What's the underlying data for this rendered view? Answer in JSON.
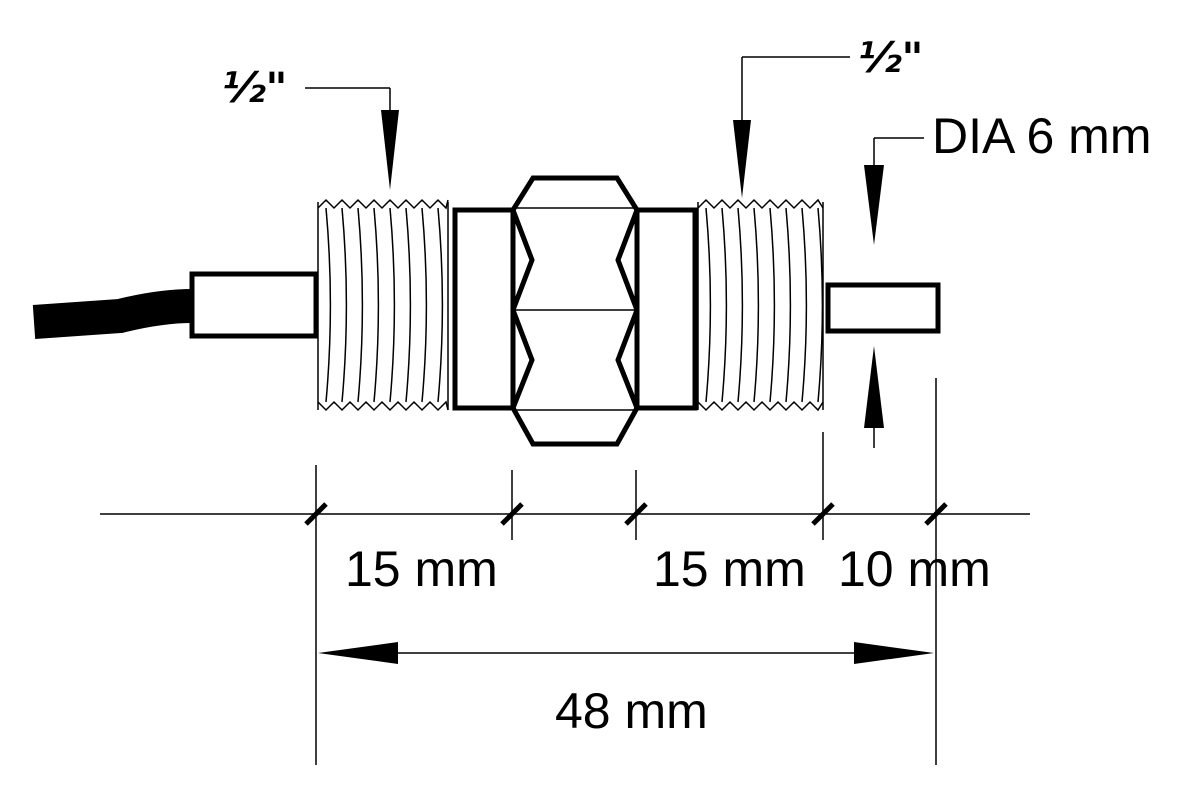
{
  "thread_label_left": "½\"",
  "thread_label_right": "½\"",
  "diameter_label": "DIA 6 mm",
  "dims": {
    "thread_left": "15 mm",
    "thread_right": "15 mm",
    "probe": "10 mm",
    "overall": "48 mm"
  }
}
